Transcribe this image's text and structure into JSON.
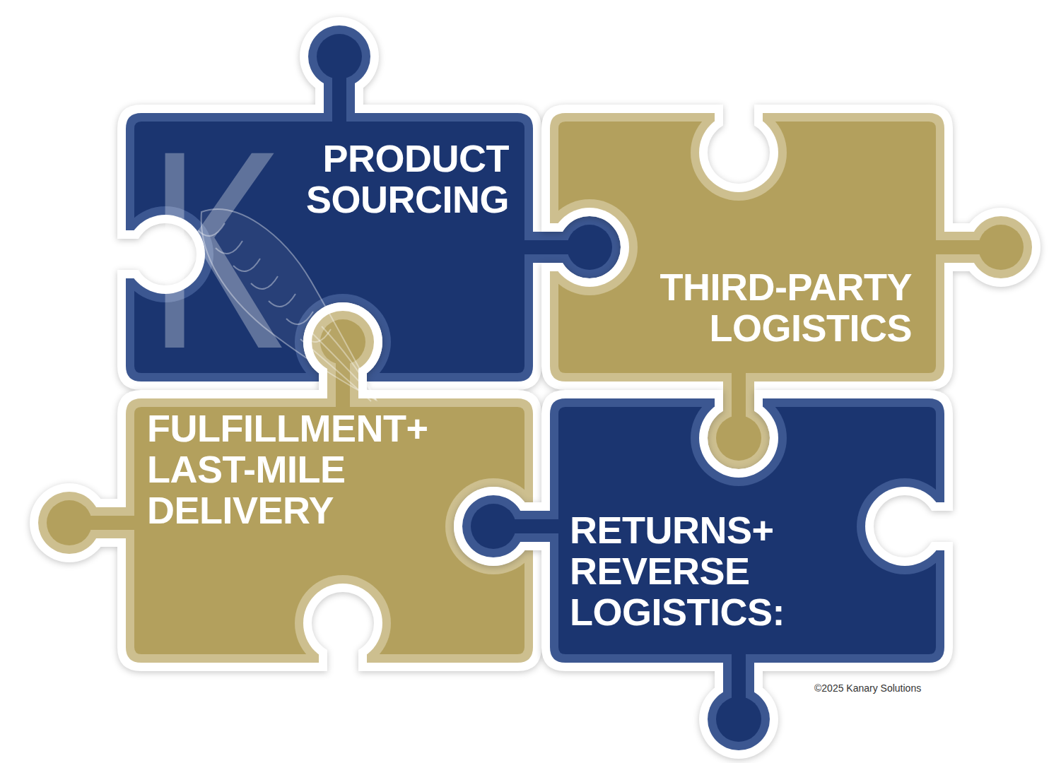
{
  "diagram": {
    "nodes": [
      {
        "text": [
          "PRODUCT SOURCING"
        ]
      },
      {
        "text": [
          "THIRD-PARTY LOGISTICS"
        ]
      },
      {
        "text": [
          "FULFILLMENT+ LAST-MILE DELIVERY"
        ]
      },
      {
        "text": [
          "RETURNS+ REVERSE LOGISTICS:"
        ]
      }
    ],
    "labels": [
      "K",
      "©2025 Kanary Solutions"
    ]
  }
}
